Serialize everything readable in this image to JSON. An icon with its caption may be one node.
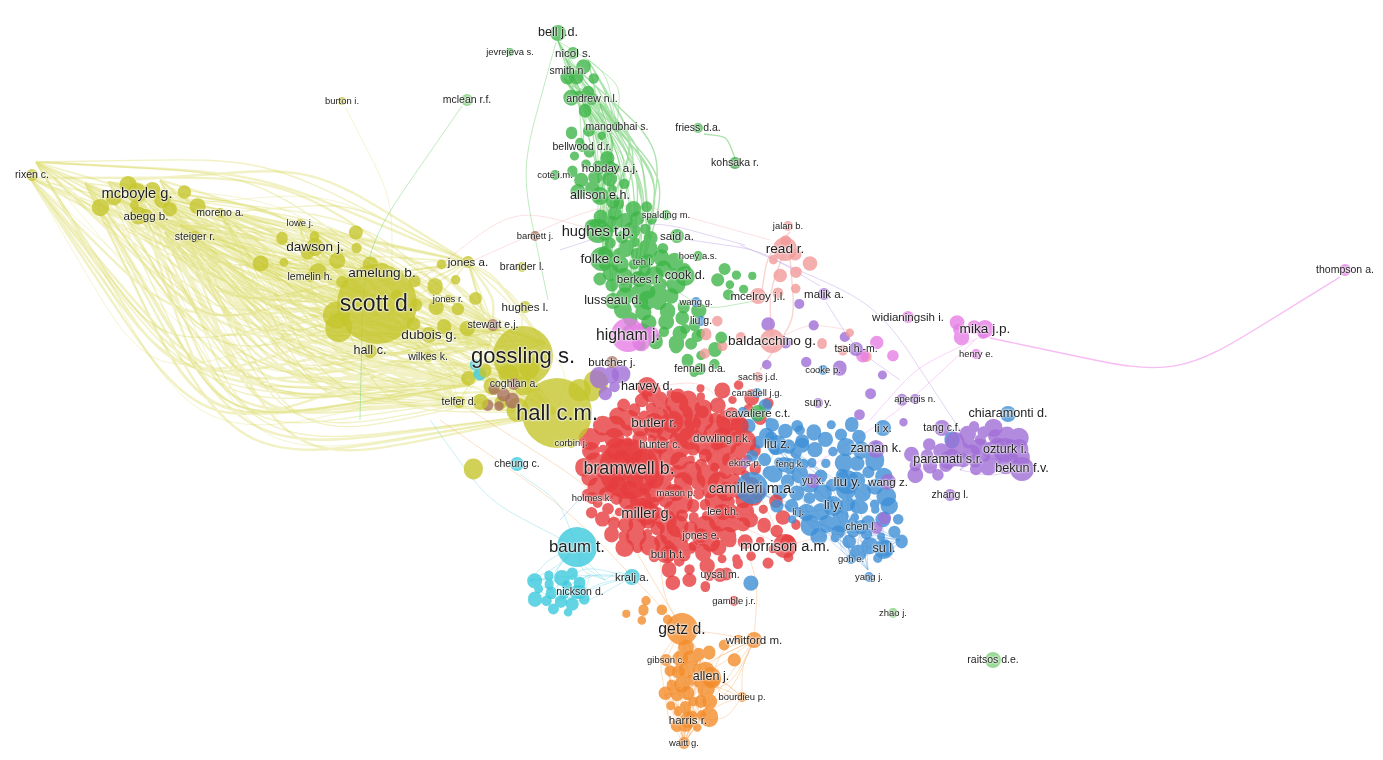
{
  "diagram": {
    "labels": [
      "bell j.d.",
      "jevrejeva s.",
      "nicol s.",
      "smith n.",
      "burton i.",
      "mclean r.f.",
      "andrew n.l.",
      "mangubhai s.",
      "friess d.a.",
      "bellwood d.r.",
      "kohsaka r.",
      "hobday a.j.",
      "rixen c.",
      "cote i.m.",
      "mcboyle g.",
      "allison e.h.",
      "moreno a.",
      "spalding m.",
      "abegg b.",
      "lowe j.",
      "jalan b.",
      "hughes t.p.",
      "barnett j.",
      "said a.",
      "steiger r.",
      "dawson j.",
      "read r.",
      "hoey a.s.",
      "folke c.",
      "jones a.",
      "teh l.",
      "brander l.",
      "thompson a.",
      "amelung b.",
      "cook d.",
      "lemelin h.",
      "berkes f.",
      "malik a.",
      "mcelroy j.l.",
      "jones r.",
      "lusseau d.",
      "wang g.",
      "scott d.",
      "hughes l.",
      "widianingsih i.",
      "liu g.",
      "stewart e.j.",
      "mika j.p.",
      "dubois g.",
      "higham j.",
      "baldacchino g.",
      "tsai h.-m.",
      "hall c.",
      "henry e.",
      "gossling s.",
      "wilkes k.",
      "butcher j.",
      "fennell d.a.",
      "cooke p.",
      "sachs j.d.",
      "coghlan a.",
      "harvey d.",
      "canadell j.g.",
      "apergis n.",
      "telfer d.",
      "sun y.",
      "hall c.m.",
      "cavaliere c.t.",
      "chiaramonti d.",
      "butler r.",
      "li x.",
      "tang c.f.",
      "dowling r.k.",
      "corbin j.",
      "liu z.",
      "hunter c.",
      "zaman k.",
      "ozturk i.",
      "paramati s.r.",
      "ekins p.",
      "cheung c.",
      "feng k.",
      "bramwell b.",
      "bekun f.v.",
      "yu x.",
      "liu y.",
      "wang z.",
      "camilleri m.a.",
      "mason p.",
      "zhang l.",
      "holmes k.",
      "li y.",
      "lee t.h.",
      "li j.",
      "miller g.",
      "chen l.",
      "jones e.",
      "morrison a.m.",
      "baum t.",
      "su l.",
      "bui h.t.",
      "goh e.",
      "uysal m.",
      "kralj a.",
      "yang j.",
      "nickson d.",
      "gamble j.r.",
      "zhao j.",
      "getz d.",
      "whitford m.",
      "raitsos d.e.",
      "gibson c.",
      "allen j.",
      "bourdieu p.",
      "harris r.",
      "waitt g."
    ]
  }
}
